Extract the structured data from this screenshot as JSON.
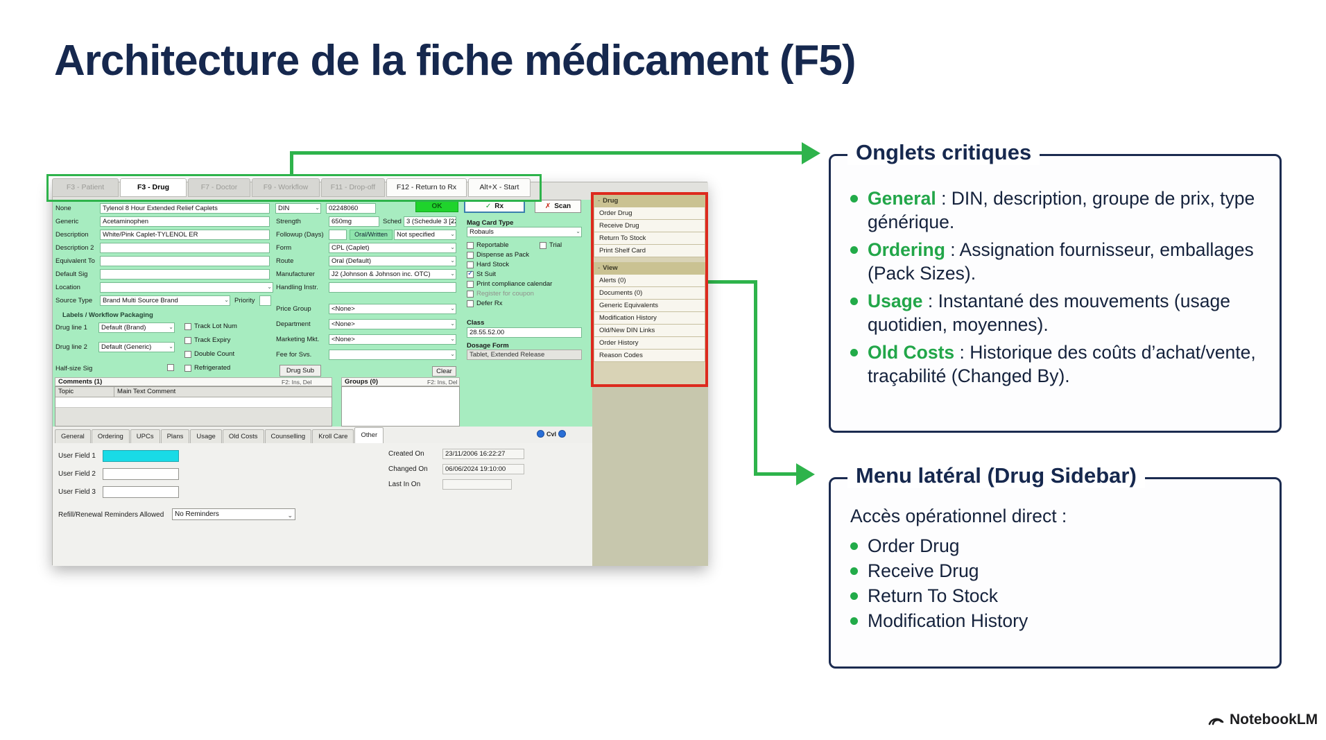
{
  "slide": {
    "title": "Architecture de la fiche médicament (F5)",
    "brand": "NotebookLM"
  },
  "window_tabs": [
    {
      "label": "F3 - Patient"
    },
    {
      "label": "F3 - Drug"
    },
    {
      "label": "F7 - Doctor"
    },
    {
      "label": "F9 - Workflow"
    },
    {
      "label": "F11 - Drop-off"
    },
    {
      "label": "F12 - Return to Rx"
    },
    {
      "label": "Alt+X - Start"
    }
  ],
  "form": {
    "left": {
      "name": {
        "label": "None",
        "value": "Tylenol 8 Hour Extended Relief Caplets"
      },
      "generic": {
        "label": "Generic",
        "value": "Acetaminophen"
      },
      "description": {
        "label": "Description",
        "value": "White/Pink Caplet-TYLENOL ER"
      },
      "description2": {
        "label": "Description 2",
        "value": ""
      },
      "equivalent_to": {
        "label": "Equivalent To",
        "value": ""
      },
      "default_sig": {
        "label": "Default Sig",
        "value": ""
      },
      "location": {
        "label": "Location",
        "value": ""
      },
      "source_type": {
        "label": "Source Type",
        "value": "Brand Multi Source Brand",
        "priority_label": "Priority"
      },
      "section_header": "Labels / Workflow Packaging",
      "drug_line1": {
        "label": "Drug line 1",
        "value": "Default (Brand)",
        "check": "Track Lot Num"
      },
      "drug_line2": {
        "label": "Drug line 2",
        "value": "Default (Generic)",
        "check1": "Track Expiry",
        "check2": "Double Count"
      },
      "half_size": {
        "label": "Half-size Sig",
        "check": "Refrigerated"
      }
    },
    "mid": {
      "din": {
        "label": "DIN",
        "value": "02248060"
      },
      "strength": {
        "label": "Strength",
        "value": "650mg",
        "sched_label": "Sched",
        "sched_value": "3 (Schedule 3 [22"
      },
      "followup": {
        "label": "Followup (Days)",
        "value": "",
        "ow_label": "Oral/Written",
        "ow_value": "Not specified"
      },
      "form": {
        "label": "Form",
        "value": "CPL (Caplet)"
      },
      "route": {
        "label": "Route",
        "value": "Oral (Default)"
      },
      "manufacturer": {
        "label": "Manufacturer",
        "value": "J2 (Johnson & Johnson inc. OTC)"
      },
      "handling": {
        "label": "Handling Instr.",
        "value": ""
      },
      "price_group": {
        "label": "Price Group",
        "value": "<None>"
      },
      "department": {
        "label": "Department",
        "value": "<None>"
      },
      "marketing": {
        "label": "Marketing Mkt.",
        "value": "<None>"
      },
      "fee": {
        "label": "Fee for Svs.",
        "value": ""
      },
      "drug_sub_btn": "Drug Sub",
      "clear_btn": "Clear"
    },
    "right": {
      "ok_btn": "OK",
      "rx_btn": "Rx",
      "scan_btn": "Scan",
      "mag_card": {
        "label": "Mag Card Type",
        "value": "Robauls"
      },
      "checks": [
        {
          "label": "Reportable"
        },
        {
          "label": "Trial"
        },
        {
          "label": "Dispense as Pack"
        },
        {
          "label": "Hard Stock"
        },
        {
          "label": "St Suit"
        },
        {
          "label": "Print compliance calendar"
        },
        {
          "label": "Register for coupon"
        },
        {
          "label": "Defer Rx"
        }
      ],
      "class": {
        "label": "Class",
        "value": "28.55.52.00"
      },
      "dosage_form": {
        "label": "Dosage Form",
        "value": "Tablet, Extended Release"
      }
    },
    "comments": {
      "header": "Comments (1)",
      "hint": "F2: Ins, Del",
      "col1": "Topic",
      "col2": "Main Text Comment"
    },
    "groups": {
      "header": "Groups (0)",
      "hint": "F2: Ins, Del"
    }
  },
  "bottom_tabs": {
    "items": [
      "General",
      "Ordering",
      "UPCs",
      "Plans",
      "Usage",
      "Old Costs",
      "Counselling",
      "Kroll Care",
      "Other"
    ],
    "corner_label": "Cvl"
  },
  "other_panel": {
    "user_field1": "User Field 1",
    "user_field2": "User Field 2",
    "user_field3": "User Field 3",
    "reminders_label": "Refill/Renewal Reminders Allowed",
    "reminders_value": "No Reminders",
    "created_label": "Created On",
    "created_value": "23/11/2006 16:22:27",
    "changed_label": "Changed On",
    "changed_value": "06/06/2024 19:10:00",
    "lastin_label": "Last In On",
    "lastin_value": ""
  },
  "sidebar": {
    "drug_header": "Drug",
    "drug_items": [
      "Order Drug",
      "Receive Drug",
      "Return To Stock",
      "Print Shelf Card"
    ],
    "view_header": "View",
    "view_items": [
      "Alerts (0)",
      "Documents (0)",
      "Generic Equivalents",
      "Modification History",
      "Old/New DIN Links",
      "Order History",
      "Reason Codes"
    ]
  },
  "callouts": {
    "tabs_box": {
      "title": "Onglets critiques",
      "items": [
        {
          "k": "General",
          "t": " : DIN, description, groupe de prix, type générique."
        },
        {
          "k": "Ordering",
          "t": " : Assignation fournisseur, emballages (Pack Sizes)."
        },
        {
          "k": "Usage",
          "t": " : Instantané des mouvements (usage quotidien, moyennes)."
        },
        {
          "k": "Old Costs",
          "t": " : Historique des coûts d’achat/vente, traçabilité (Changed By)."
        }
      ]
    },
    "sidebar_box": {
      "title": "Menu latéral (Drug Sidebar)",
      "intro": "Accès opérationnel direct :",
      "items": [
        "Order Drug",
        "Receive Drug",
        "Return To Stock",
        "Modification History"
      ]
    }
  }
}
